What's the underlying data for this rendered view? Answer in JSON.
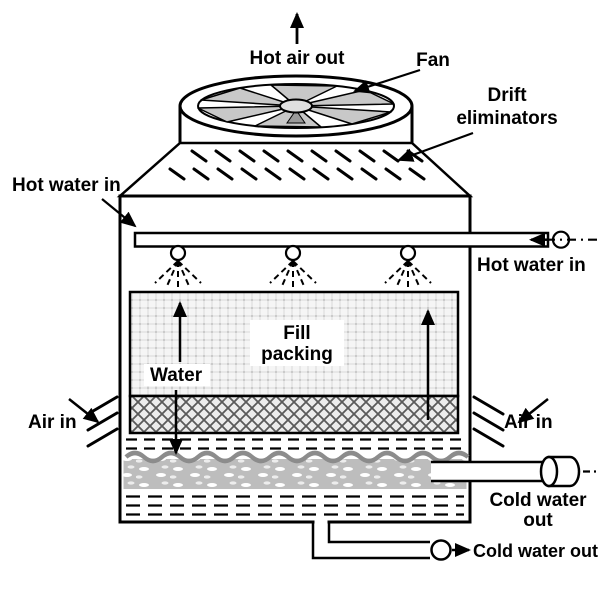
{
  "labels": {
    "hot_air_out": "Hot air out",
    "fan": "Fan",
    "drift_line1": "Drift",
    "drift_line2": "eliminators",
    "hot_water_in_left": "Hot water in",
    "hot_water_in_right": "Hot water in",
    "fill_packing_line1": "Fill",
    "fill_packing_line2": "packing",
    "water": "Water",
    "air_in_left": "Air in",
    "air_in_right": "Air in",
    "cold_water_side_line1": "Cold water",
    "cold_water_side_line2": "out",
    "cold_water_out_bottom": "Cold water out"
  },
  "icons": {
    "arrows": "flow-arrow-icon",
    "fan": "fan-icon",
    "spray_nozzles": "spray-nozzle-icon",
    "pump": "pump-icon",
    "valve": "valve-icon"
  },
  "colors": {
    "line": "#000000",
    "water": "#bdbdbd",
    "blade": "#c8c8c8",
    "hatch": "#5a5a5a"
  }
}
